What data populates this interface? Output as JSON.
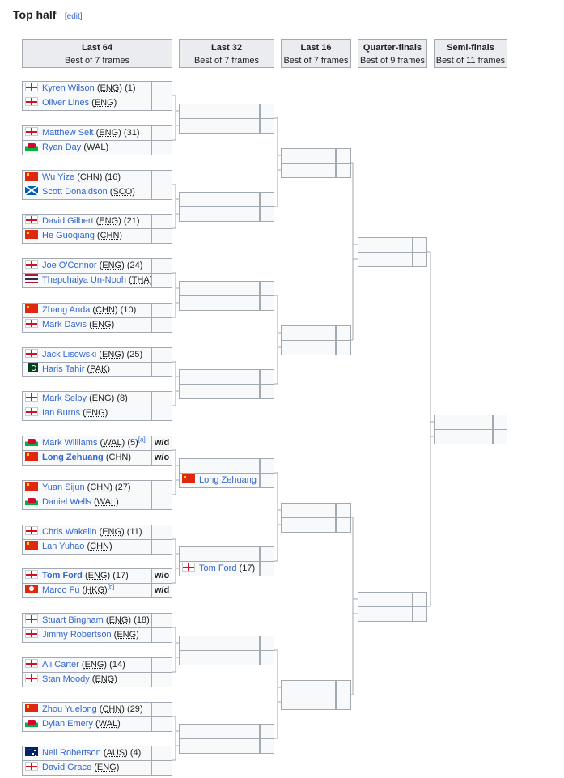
{
  "heading": {
    "title": "Top half",
    "edit_prefix": "[",
    "edit_label": "edit",
    "edit_suffix": "]"
  },
  "rounds": [
    {
      "name": "Last 64",
      "format": "Best of 7 frames"
    },
    {
      "name": "Last 32",
      "format": "Best of 7 frames"
    },
    {
      "name": "Last 16",
      "format": "Best of 7 frames"
    },
    {
      "name": "Quarter-finals",
      "format": "Best of 9 frames"
    },
    {
      "name": "Semi-finals",
      "format": "Best of 11 frames"
    }
  ],
  "last64": [
    [
      {
        "flag": "ENG",
        "name": "Kyren Wilson",
        "country": "ENG",
        "seed": "1"
      },
      {
        "flag": "ENG",
        "name": "Oliver Lines",
        "country": "ENG"
      }
    ],
    [
      {
        "flag": "ENG",
        "name": "Matthew Selt",
        "country": "ENG",
        "seed": "31"
      },
      {
        "flag": "WAL",
        "name": "Ryan Day",
        "country": "WAL"
      }
    ],
    [
      {
        "flag": "CHN",
        "name": "Wu Yize",
        "country": "CHN",
        "seed": "16"
      },
      {
        "flag": "SCO",
        "name": "Scott Donaldson",
        "country": "SCO"
      }
    ],
    [
      {
        "flag": "ENG",
        "name": "David Gilbert",
        "country": "ENG",
        "seed": "21"
      },
      {
        "flag": "CHN",
        "name": "He Guoqiang",
        "country": "CHN"
      }
    ],
    [
      {
        "flag": "ENG",
        "name": "Joe O'Connor",
        "country": "ENG",
        "seed": "24"
      },
      {
        "flag": "THA",
        "name": "Thepchaiya Un-Nooh",
        "country": "THA"
      }
    ],
    [
      {
        "flag": "CHN",
        "name": "Zhang Anda",
        "country": "CHN",
        "seed": "10"
      },
      {
        "flag": "ENG",
        "name": "Mark Davis",
        "country": "ENG"
      }
    ],
    [
      {
        "flag": "ENG",
        "name": "Jack Lisowski",
        "country": "ENG",
        "seed": "25"
      },
      {
        "flag": "PAK",
        "name": "Haris Tahir",
        "country": "PAK"
      }
    ],
    [
      {
        "flag": "ENG",
        "name": "Mark Selby",
        "country": "ENG",
        "seed": "8"
      },
      {
        "flag": "ENG",
        "name": "Ian Burns",
        "country": "ENG"
      }
    ],
    [
      {
        "flag": "WAL",
        "name": "Mark Williams",
        "country": "WAL",
        "seed": "5",
        "note": "[a]",
        "score": "w/d"
      },
      {
        "flag": "CHN",
        "name": "Long Zehuang",
        "country": "CHN",
        "score": "w/o",
        "winner": true
      }
    ],
    [
      {
        "flag": "CHN",
        "name": "Yuan Sijun",
        "country": "CHN",
        "seed": "27"
      },
      {
        "flag": "WAL",
        "name": "Daniel Wells",
        "country": "WAL"
      }
    ],
    [
      {
        "flag": "ENG",
        "name": "Chris Wakelin",
        "country": "ENG",
        "seed": "11"
      },
      {
        "flag": "CHN",
        "name": "Lan Yuhao",
        "country": "CHN"
      }
    ],
    [
      {
        "flag": "ENG",
        "name": "Tom Ford",
        "country": "ENG",
        "seed": "17",
        "score": "w/o",
        "winner": true
      },
      {
        "flag": "HKG",
        "name": "Marco Fu",
        "country": "HKG",
        "note": "[b]",
        "score": "w/d"
      }
    ],
    [
      {
        "flag": "ENG",
        "name": "Stuart Bingham",
        "country": "ENG",
        "seed": "18"
      },
      {
        "flag": "ENG",
        "name": "Jimmy Robertson",
        "country": "ENG"
      }
    ],
    [
      {
        "flag": "ENG",
        "name": "Ali Carter",
        "country": "ENG",
        "seed": "14"
      },
      {
        "flag": "ENG",
        "name": "Stan Moody",
        "country": "ENG"
      }
    ],
    [
      {
        "flag": "CHN",
        "name": "Zhou Yuelong",
        "country": "CHN",
        "seed": "29"
      },
      {
        "flag": "WAL",
        "name": "Dylan Emery",
        "country": "WAL"
      }
    ],
    [
      {
        "flag": "AUS",
        "name": "Neil Robertson",
        "country": "AUS",
        "seed": "4"
      },
      {
        "flag": "ENG",
        "name": "David Grace",
        "country": "ENG"
      }
    ]
  ],
  "last32_entries": [
    {
      "slot": 9,
      "flag": "CHN",
      "name": "Long Zehuang"
    },
    {
      "slot": 11,
      "flag": "ENG",
      "name": "Tom Ford",
      "seed": "17"
    }
  ]
}
